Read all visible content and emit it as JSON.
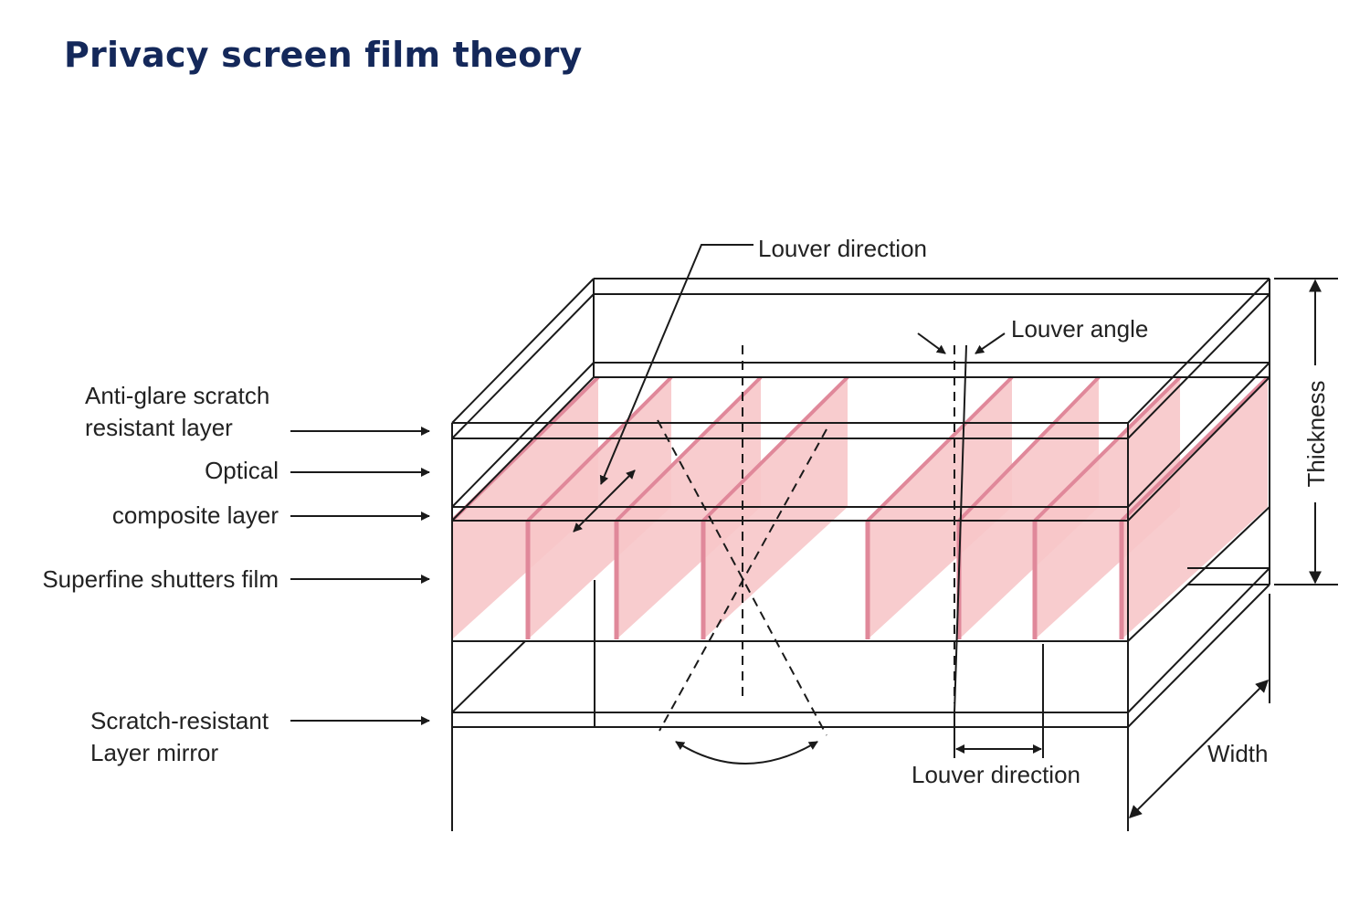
{
  "title": "Privacy screen film theory",
  "labels": {
    "louver_direction_top": "Louver direction",
    "louver_angle": "Louver angle",
    "anti_glare_line1": "Anti-glare scratch",
    "anti_glare_line2": "resistant layer",
    "optical": "Optical",
    "composite_layer": "composite layer",
    "superfine_shutters": "Superfine shutters film",
    "scratch_resistant_line1": "Scratch-resistant",
    "scratch_resistant_line2": "Layer mirror",
    "louver_direction_bottom": "Louver direction",
    "thickness": "Thickness",
    "width": "Width"
  },
  "colors": {
    "title": "#14285a",
    "louver_fill": "#f7c7c9",
    "louver_edge": "#e0889a",
    "line": "#1a1a1a"
  }
}
